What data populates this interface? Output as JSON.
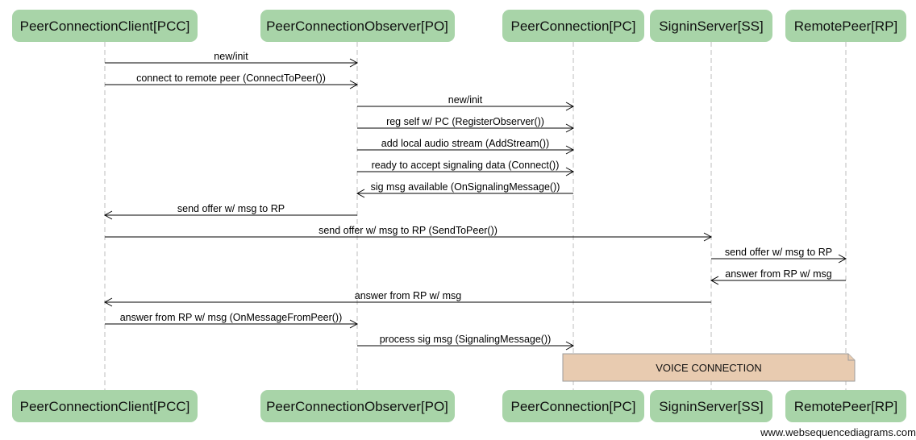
{
  "participants": [
    {
      "id": "PCC",
      "label": "PeerConnectionClient[PCC]"
    },
    {
      "id": "PO",
      "label": "PeerConnectionObserver[PO]"
    },
    {
      "id": "PC",
      "label": "PeerConnection[PC]"
    },
    {
      "id": "SS",
      "label": "SigninServer[SS]"
    },
    {
      "id": "RP",
      "label": "RemotePeer[RP]"
    }
  ],
  "messages": [
    {
      "from": "PCC",
      "to": "PO",
      "label": "new/init"
    },
    {
      "from": "PCC",
      "to": "PO",
      "label": "connect to remote peer (ConnectToPeer())"
    },
    {
      "from": "PO",
      "to": "PC",
      "label": "new/init"
    },
    {
      "from": "PO",
      "to": "PC",
      "label": "reg self w/ PC (RegisterObserver())"
    },
    {
      "from": "PO",
      "to": "PC",
      "label": "add local audio stream (AddStream())"
    },
    {
      "from": "PO",
      "to": "PC",
      "label": "ready to accept signaling data (Connect())"
    },
    {
      "from": "PC",
      "to": "PO",
      "label": "sig msg available (OnSignalingMessage())"
    },
    {
      "from": "PO",
      "to": "PCC",
      "label": "send offer w/ msg to RP"
    },
    {
      "from": "PCC",
      "to": "SS",
      "label": "send offer w/ msg to RP (SendToPeer())"
    },
    {
      "from": "SS",
      "to": "RP",
      "label": "send offer w/ msg to RP"
    },
    {
      "from": "RP",
      "to": "SS",
      "label": "answer from RP w/ msg"
    },
    {
      "from": "SS",
      "to": "PCC",
      "label": "answer from RP w/ msg"
    },
    {
      "from": "PCC",
      "to": "PO",
      "label": "answer from RP w/ msg (OnMessageFromPeer())"
    },
    {
      "from": "PO",
      "to": "PC",
      "label": "process sig msg (SignalingMessage())"
    }
  ],
  "note": {
    "over": [
      "PC",
      "RP"
    ],
    "label": "VOICE CONNECTION"
  },
  "watermark": "www.websequencediagrams.com",
  "colors": {
    "participant": "#a8d4a8",
    "note": "#e8cbb0",
    "lifeline": "#bdbdbd"
  }
}
